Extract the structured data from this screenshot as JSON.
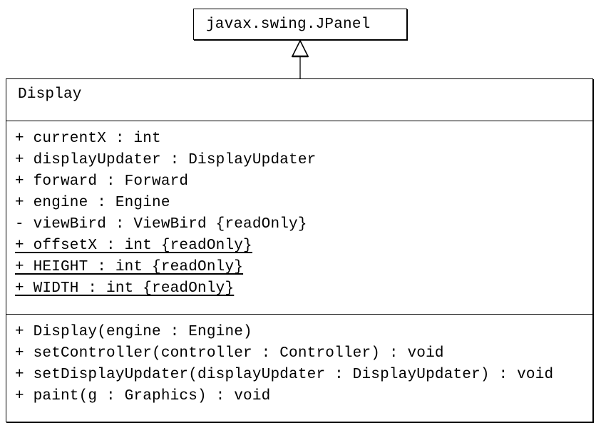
{
  "diagram": {
    "kind": "uml-class-diagram",
    "colors": {
      "background": "#ffffff",
      "line": "#000000",
      "text": "#000000",
      "box_fill": "#ffffff"
    },
    "superclass": {
      "name": "javax.swing.JPanel"
    },
    "relationship": {
      "type": "generalization",
      "from": "Display",
      "to": "javax.swing.JPanel"
    },
    "class": {
      "name": "Display",
      "attributes": [
        {
          "text": "+ currentX : int",
          "underline": false
        },
        {
          "text": "+ displayUpdater : DisplayUpdater",
          "underline": false
        },
        {
          "text": "+ forward : Forward",
          "underline": false
        },
        {
          "text": "+ engine : Engine",
          "underline": false
        },
        {
          "text": "- viewBird : ViewBird {readOnly}",
          "underline": false
        },
        {
          "text": "+ offsetX : int {readOnly}",
          "underline": true
        },
        {
          "text": "+ HEIGHT : int {readOnly}",
          "underline": true
        },
        {
          "text": "+ WIDTH : int {readOnly}",
          "underline": true
        }
      ],
      "methods": [
        {
          "text": "+ Display(engine : Engine)",
          "underline": false
        },
        {
          "text": "+ setController(controller : Controller) : void",
          "underline": false
        },
        {
          "text": "+ setDisplayUpdater(displayUpdater : DisplayUpdater) : void",
          "underline": false
        },
        {
          "text": "+ paint(g : Graphics) : void",
          "underline": false
        }
      ]
    }
  }
}
